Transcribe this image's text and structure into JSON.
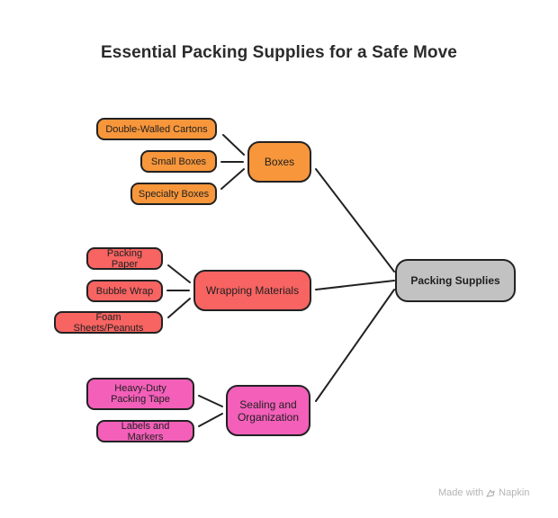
{
  "title": "Essential Packing Supplies for a Safe Move",
  "colors": {
    "boxes": "#f7963b",
    "wrapping": "#f76462",
    "sealing": "#f35fb9",
    "root": "#c2c2c2",
    "line": "#222222"
  },
  "root": {
    "label": "Packing Supplies"
  },
  "categories": [
    {
      "label": "Boxes",
      "items": [
        "Double-Walled Cartons",
        "Small Boxes",
        "Specialty Boxes"
      ]
    },
    {
      "label": "Wrapping Materials",
      "items": [
        "Packing Paper",
        "Bubble Wrap",
        "Foam Sheets/Peanuts"
      ]
    },
    {
      "label": "Sealing and Organization",
      "items": [
        "Heavy-Duty Packing Tape",
        "Labels and Markers"
      ]
    }
  ],
  "footer": {
    "made_with": "Made with",
    "brand": "Napkin"
  }
}
